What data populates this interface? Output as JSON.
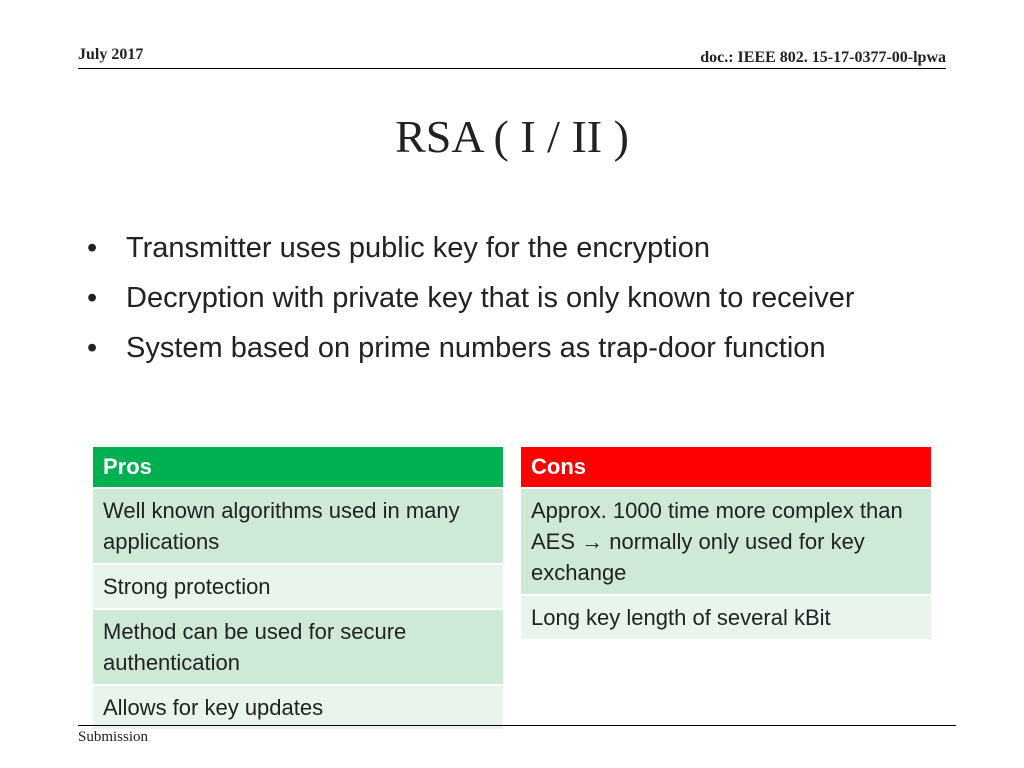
{
  "header": {
    "date": "July 2017",
    "doc_id": "doc.: IEEE 802. 15-17-0377-00-lpwa"
  },
  "title": "RSA ( I / II )",
  "bullets": [
    "Transmitter uses public key for the encryption",
    "Decryption with private key that is only known to receiver",
    "System based on prime numbers as trap-door function"
  ],
  "bullet_glyph": "•",
  "pros": {
    "heading": "Pros",
    "items": [
      "Well known algorithms used in many applications",
      "Strong protection",
      "Method can be used for secure authentication",
      "Allows for key updates"
    ]
  },
  "cons": {
    "heading": "Cons",
    "items": [
      "Approx. 1000 time more complex than AES → normally only used for key exchange",
      "Long key length of several kBit"
    ]
  },
  "footer": "Submission",
  "colors": {
    "pros_header": "#00b050",
    "cons_header": "#ff0000",
    "row_dark": "#cfe9d7",
    "row_light": "#e8f4ec"
  }
}
